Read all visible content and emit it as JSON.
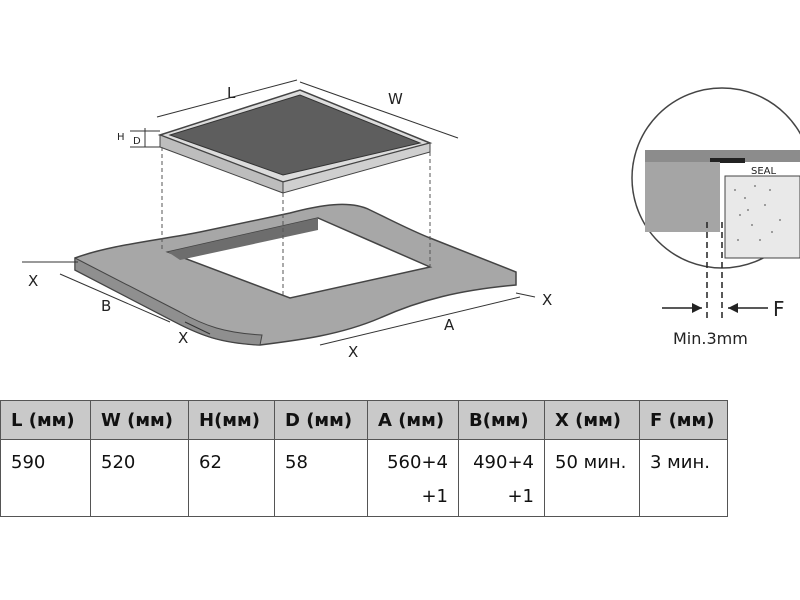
{
  "diagram": {
    "dim_L": "L",
    "dim_W": "W",
    "dim_H": "H",
    "dim_D": "D",
    "dim_A": "A",
    "dim_B": "B",
    "dim_X": "X",
    "dim_F": "F",
    "seal": "SEAL",
    "min_gap": "Min.3mm"
  },
  "table": {
    "headers": [
      "L (мм)",
      "W (мм)",
      "H(мм)",
      "D (мм)",
      "A (мм)",
      "B(мм)",
      "X (мм)",
      "F (мм)"
    ],
    "row": [
      "590",
      "520",
      "62",
      "58",
      "560+4",
      "490+4",
      "50 мин.",
      "3 мин."
    ],
    "row_extra": [
      "",
      "",
      "",
      "",
      "+1",
      "+1",
      "",
      ""
    ]
  }
}
